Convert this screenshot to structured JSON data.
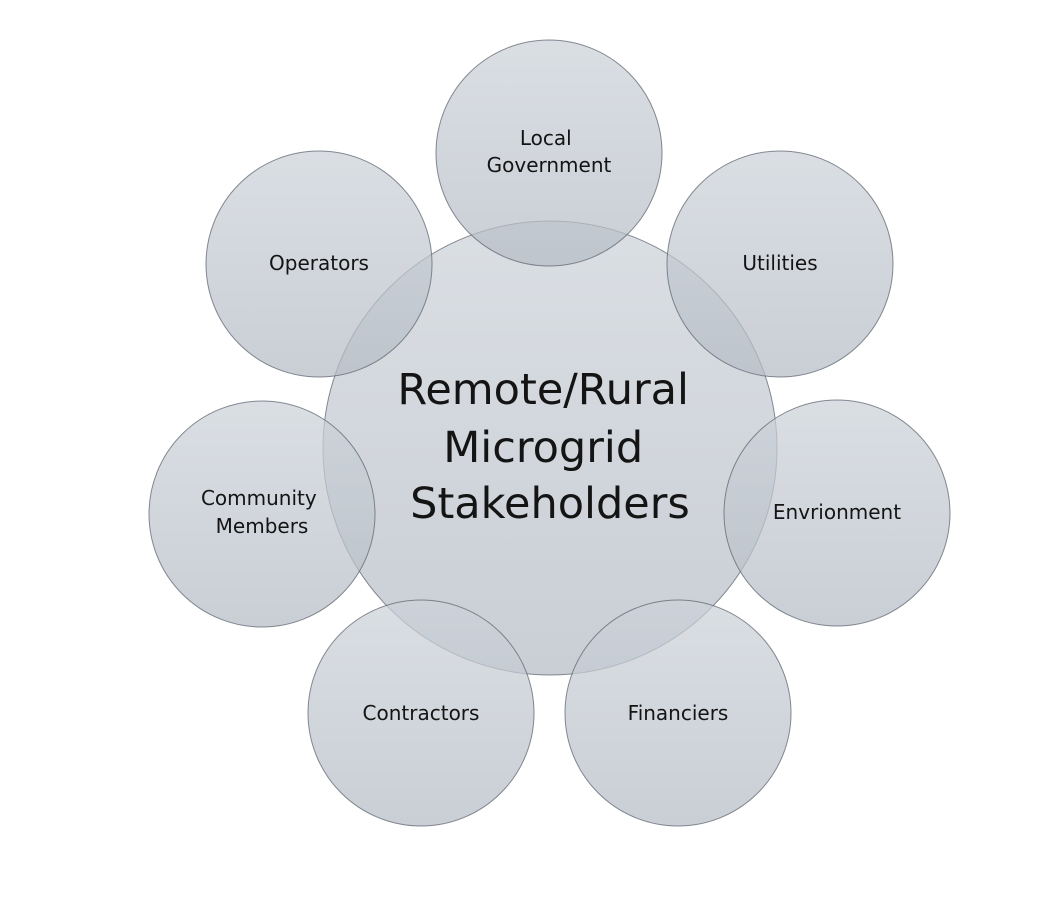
{
  "diagram": {
    "center": {
      "lines": [
        "Remote/Rural",
        "Microgrid",
        "Stakeholders"
      ]
    },
    "satellites": [
      {
        "id": "local-government",
        "lines": [
          "Local",
          "Government"
        ]
      },
      {
        "id": "utilities",
        "lines": [
          "Utilities"
        ]
      },
      {
        "id": "envrionment",
        "lines": [
          "Envrionment"
        ]
      },
      {
        "id": "financiers",
        "lines": [
          "Financiers"
        ]
      },
      {
        "id": "contractors",
        "lines": [
          "Contractors"
        ]
      },
      {
        "id": "community-members",
        "lines": [
          "Community",
          "Members"
        ]
      },
      {
        "id": "operators",
        "lines": [
          "Operators"
        ]
      }
    ],
    "colors": {
      "fill_top": "#ccd2d9",
      "fill_bottom": "#b5bcc5",
      "stroke": "#5f6670",
      "text": "#141414"
    }
  }
}
